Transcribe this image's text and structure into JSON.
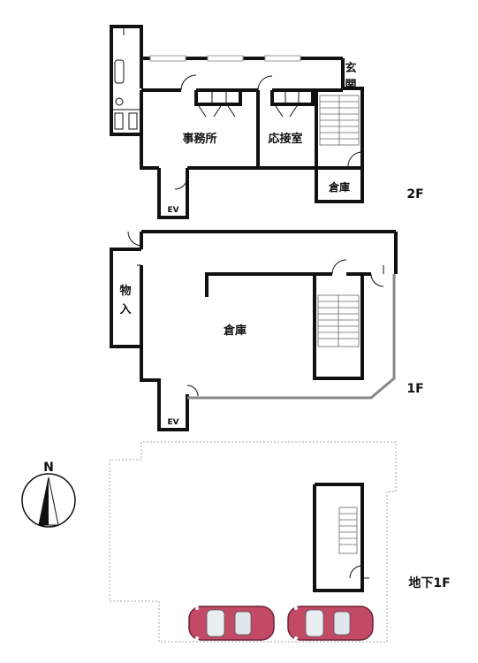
{
  "floors": {
    "f2": {
      "level_label": "2F",
      "rooms": {
        "entrance_1": "玄",
        "entrance_2": "関",
        "office": "事務所",
        "reception": "応接室",
        "storage": "倉庫",
        "elevator": "EV"
      }
    },
    "f1": {
      "level_label": "1F",
      "rooms": {
        "closet_1": "物",
        "closet_2": "入",
        "warehouse": "倉庫",
        "elevator": "EV"
      }
    },
    "b1": {
      "level_label": "地下1F"
    }
  },
  "compass": {
    "north_label": "N"
  },
  "colors": {
    "wall": "#111111",
    "exterior_path": "#888888",
    "car_body": "#c24a66"
  },
  "icons": {
    "compass": "north-arrow-icon",
    "car": "car-icon",
    "stairs": "stairs-icon",
    "door": "door-swing-icon"
  }
}
